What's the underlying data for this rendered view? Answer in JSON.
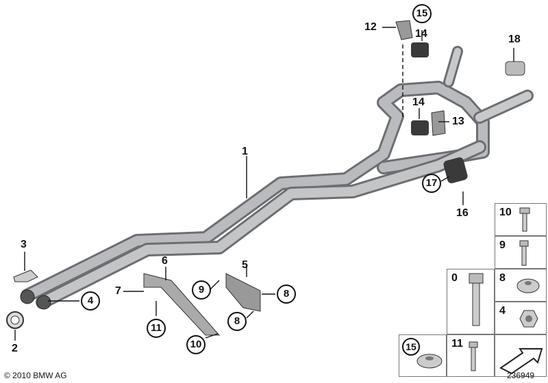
{
  "callouts": {
    "c1": "1",
    "c2": "2",
    "c3": "3",
    "c4": "4",
    "c5": "5",
    "c6": "6",
    "c7": "7",
    "c8a": "8",
    "c8b": "8",
    "c9": "9",
    "c10": "10",
    "c11": "11",
    "c12": "12",
    "c13": "13",
    "c14a": "14",
    "c14b": "14",
    "c15": "15",
    "c16": "16",
    "c17": "17",
    "c18": "18"
  },
  "parts_panel": {
    "items": [
      {
        "label": "10",
        "circled": false
      },
      {
        "label": "9",
        "circled": false
      },
      {
        "label": "0",
        "circled": false
      },
      {
        "label": "8",
        "circled": false
      },
      {
        "label": "4",
        "circled": false
      },
      {
        "label": "15",
        "circled": true
      },
      {
        "label": "11",
        "circled": false
      }
    ]
  },
  "footer": {
    "copyright": "© 2010 BMW AG",
    "diagram_number": "236949"
  },
  "colors": {
    "pipe": "#8f9194",
    "pipe_light": "#c9cacc",
    "part_dark": "#3a3a3a",
    "line": "#111111"
  }
}
